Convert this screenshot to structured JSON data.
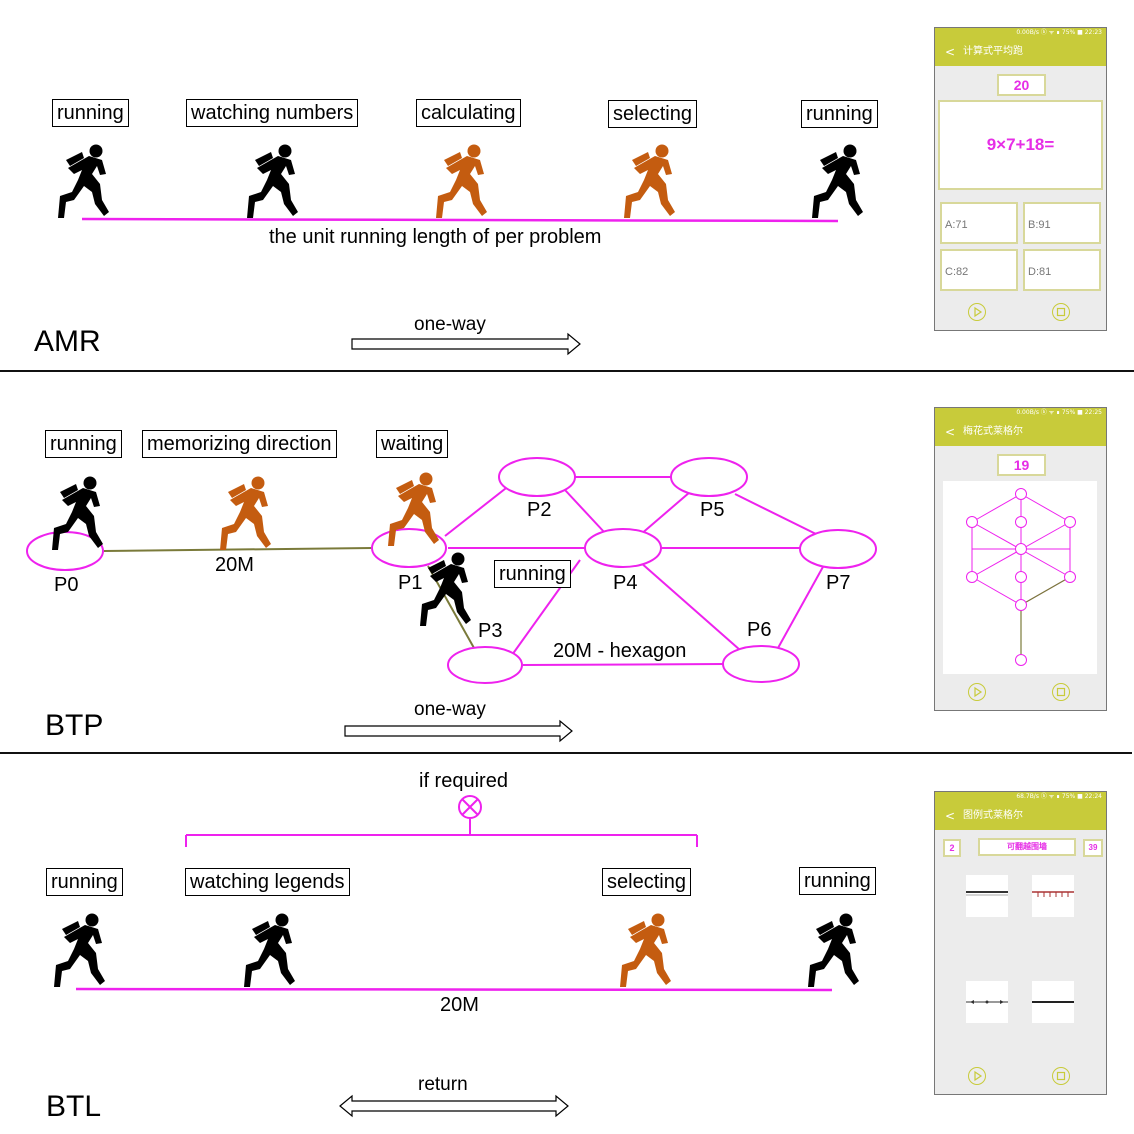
{
  "sections": {
    "amr": {
      "name": "AMR",
      "labels": [
        "running",
        "watching numbers",
        "calculating",
        "selecting",
        "running"
      ],
      "line_caption": "the unit running length of per problem",
      "direction": "one-way"
    },
    "btp": {
      "name": "BTP",
      "labels": [
        "running",
        "memorizing direction",
        "waiting"
      ],
      "runner_label": "running",
      "nodes": [
        "P0",
        "P1",
        "P2",
        "P3",
        "P4",
        "P5",
        "P6",
        "P7"
      ],
      "edge_label": "20M",
      "hexagon_label": "20M - hexagon",
      "direction": "one-way"
    },
    "btl": {
      "name": "BTL",
      "condition": "if required",
      "labels": [
        "running",
        "watching legends",
        "selecting",
        "running"
      ],
      "line_caption": "20M",
      "direction": "return"
    }
  },
  "phones": {
    "amr": {
      "status": "0.00B/s ⓑ ᯤ ∎ 75% ■ 22:23",
      "title": "计算式平均跑",
      "back": "<",
      "number": "20",
      "question": "9×7+18=",
      "options": [
        "A:71",
        "B:91",
        "C:82",
        "D:81"
      ]
    },
    "btp": {
      "status": "0.00B/s ⓑ ᯤ ∎ 75% ■ 22:25",
      "title": "梅花式莱格尔",
      "back": "<",
      "number": "19"
    },
    "btl": {
      "status": "68.7B/s ⓑ ᯤ ∎ 75% ■ 22:24",
      "title": "图例式莱格尔",
      "back": "<",
      "left_count": "2",
      "center_text": "可翻越围墙",
      "right_count": "39"
    }
  },
  "colors": {
    "magenta": "#ee22ee",
    "olive": "#7a7a3a",
    "orange": "#c45c10",
    "black": "#000000",
    "app_green": "#c8cb3a"
  },
  "icons": [
    "runner-black-icon",
    "runner-orange-icon",
    "play-icon",
    "stop-icon",
    "circle-x-icon",
    "arrow-right-icon",
    "arrow-double-icon",
    "back-chevron-icon"
  ]
}
